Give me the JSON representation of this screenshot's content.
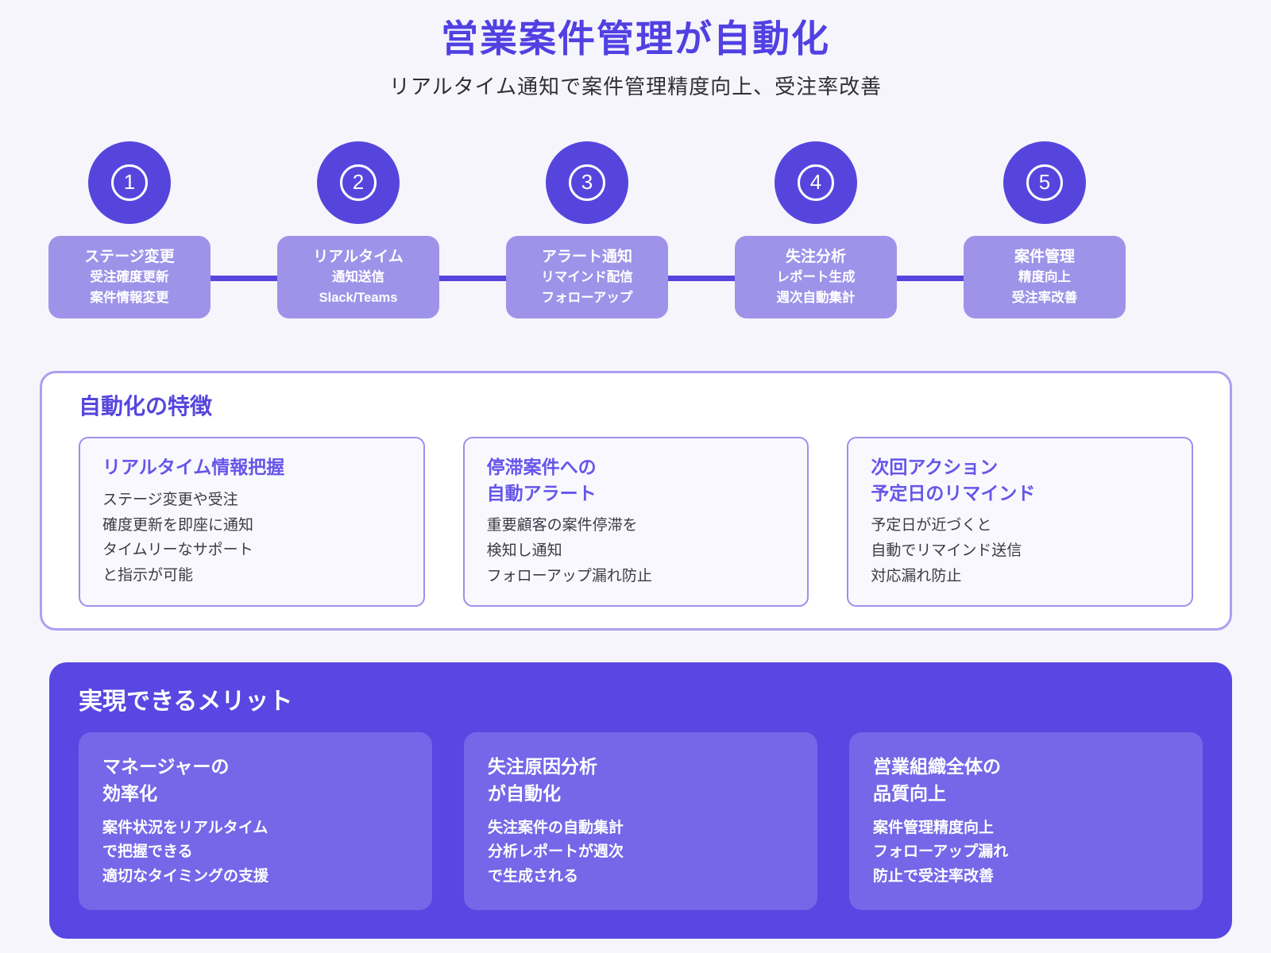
{
  "header": {
    "title": "営業案件管理が自動化",
    "subtitle": "リアルタイム通知で案件管理精度向上、受注率改善"
  },
  "steps": [
    {
      "num": "1",
      "lines": [
        "ステージ変更",
        "受注確度更新",
        "案件情報変更"
      ]
    },
    {
      "num": "2",
      "lines": [
        "リアルタイム",
        "通知送信",
        "Slack/Teams"
      ]
    },
    {
      "num": "3",
      "lines": [
        "アラート通知",
        "リマインド配信",
        "フォローアップ"
      ]
    },
    {
      "num": "4",
      "lines": [
        "失注分析",
        "レポート生成",
        "週次自動集計"
      ]
    },
    {
      "num": "5",
      "lines": [
        "案件管理",
        "精度向上",
        "受注率改善"
      ]
    }
  ],
  "features": {
    "heading": "自動化の特徴",
    "cards": [
      {
        "title_lines": [
          "リアルタイム情報把握"
        ],
        "body_lines": [
          "ステージ変更や受注",
          "確度更新を即座に通知",
          "タイムリーなサポート",
          "と指示が可能"
        ]
      },
      {
        "title_lines": [
          "停滞案件への",
          "自動アラート"
        ],
        "body_lines": [
          "重要顧客の案件停滞を",
          "検知し通知",
          "フォローアップ漏れ防止"
        ]
      },
      {
        "title_lines": [
          "次回アクション",
          "予定日のリマインド"
        ],
        "body_lines": [
          "予定日が近づくと",
          "自動でリマインド送信",
          "対応漏れ防止"
        ]
      }
    ]
  },
  "merits": {
    "heading": "実現できるメリット",
    "cards": [
      {
        "title_lines": [
          "マネージャーの",
          "効率化"
        ],
        "body_lines": [
          "案件状況をリアルタイム",
          "で把握できる",
          "適切なタイミングの支援"
        ]
      },
      {
        "title_lines": [
          "失注原因分析",
          "が自動化"
        ],
        "body_lines": [
          "失注案件の自動集計",
          "分析レポートが週次",
          "で生成される"
        ]
      },
      {
        "title_lines": [
          "営業組織全体の",
          "品質向上"
        ],
        "body_lines": [
          "案件管理精度向上",
          "フォローアップ漏れ",
          "防止で受注率改善"
        ]
      }
    ]
  },
  "colors": {
    "accent": "#5645dd",
    "step-box": "#9e93e9",
    "title-color": "#5140e2",
    "subtitle-color": "#2e2e39",
    "feature-border": "#aba0f0",
    "card-border": "#9d8fee",
    "card-bg": "#f9f8fe",
    "card-title": "#6655ea",
    "card-body": "#3b3b47",
    "merit-bg": "#5847e2",
    "merit-card": "#7567e8",
    "page-bg": "#f6f5fc"
  }
}
